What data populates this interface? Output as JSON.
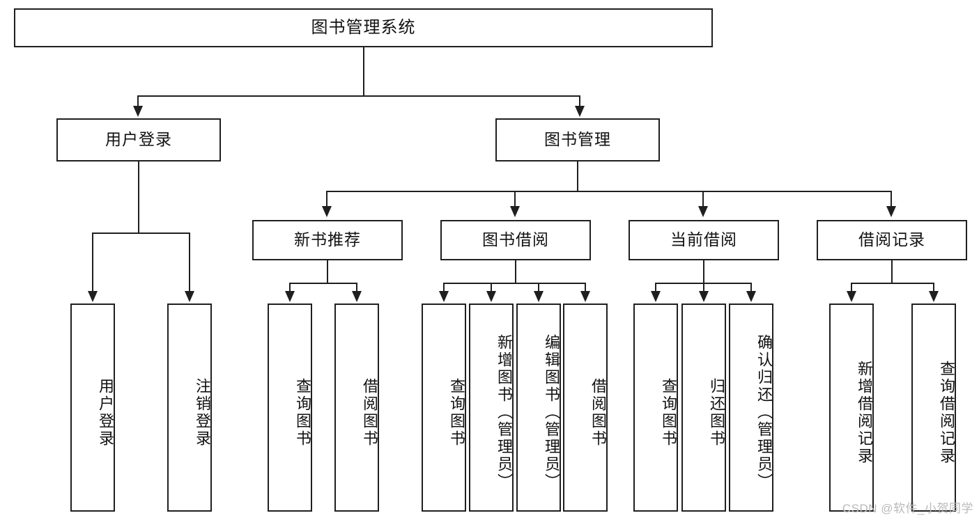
{
  "diagram": {
    "title": "图书管理系统",
    "type": "tree-hierarchy",
    "root": {
      "id": "root",
      "label": "图书管理系统"
    },
    "level2": [
      {
        "id": "user-login",
        "label": "用户登录"
      },
      {
        "id": "book-management",
        "label": "图书管理"
      }
    ],
    "level3": [
      {
        "id": "new-book-recommend",
        "label": "新书推荐",
        "parent": "book-management"
      },
      {
        "id": "book-borrow",
        "label": "图书借阅",
        "parent": "book-management"
      },
      {
        "id": "current-borrow",
        "label": "当前借阅",
        "parent": "book-management"
      },
      {
        "id": "borrow-record",
        "label": "借阅记录",
        "parent": "book-management"
      }
    ],
    "leaves": [
      {
        "id": "leaf-user-login",
        "label": "用户登录",
        "parent": "user-login"
      },
      {
        "id": "leaf-logout-login",
        "label": "注销登录",
        "parent": "user-login"
      },
      {
        "id": "leaf-query-book-1",
        "label": "查询图书",
        "parent": "new-book-recommend"
      },
      {
        "id": "leaf-borrow-book-1",
        "label": "借阅图书",
        "parent": "new-book-recommend"
      },
      {
        "id": "leaf-query-book-2",
        "label": "查询图书",
        "parent": "book-borrow"
      },
      {
        "id": "leaf-add-book",
        "label": "新增图书（管理员）",
        "parent": "book-borrow"
      },
      {
        "id": "leaf-edit-book",
        "label": "编辑图书（管理员）",
        "parent": "book-borrow"
      },
      {
        "id": "leaf-borrow-book-2",
        "label": "借阅图书",
        "parent": "book-borrow"
      },
      {
        "id": "leaf-query-book-3",
        "label": "查询图书",
        "parent": "current-borrow"
      },
      {
        "id": "leaf-return-book",
        "label": "归还图书",
        "parent": "current-borrow"
      },
      {
        "id": "leaf-confirm-return",
        "label": "确认归还（管理员）",
        "parent": "current-borrow"
      },
      {
        "id": "leaf-add-record",
        "label": "新增借阅记录",
        "parent": "borrow-record"
      },
      {
        "id": "leaf-query-record",
        "label": "查询借阅记录",
        "parent": "borrow-record"
      }
    ],
    "colors": {
      "stroke": "#1f1f1f",
      "fill": "#ffffff",
      "text": "#111111",
      "watermark": "#b9b9b9"
    }
  },
  "watermark": {
    "text": "CSDN @软件_小贺同学"
  }
}
